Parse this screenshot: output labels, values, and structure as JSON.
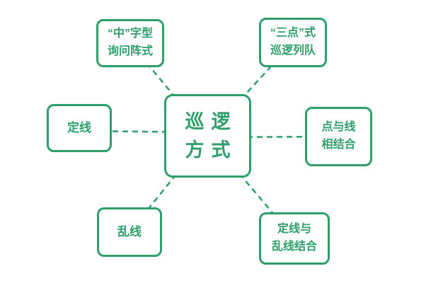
{
  "diagram": {
    "title": "巡逻方式 mind map",
    "accent_color": "#2e9e6b",
    "center": {
      "lines": [
        "巡逻",
        "方式"
      ]
    },
    "nodes": [
      {
        "id": "top-left",
        "lines": [
          "“中”字型",
          "询问阵式"
        ]
      },
      {
        "id": "top-right",
        "lines": [
          "“三点”式",
          "巡逻列队"
        ]
      },
      {
        "id": "left",
        "lines": [
          "定线"
        ]
      },
      {
        "id": "right",
        "lines": [
          "点与线",
          "相结合"
        ]
      },
      {
        "id": "bottom-left",
        "lines": [
          "乱线"
        ]
      },
      {
        "id": "bottom-right",
        "lines": [
          "定线与",
          "乱线结合"
        ]
      }
    ]
  }
}
